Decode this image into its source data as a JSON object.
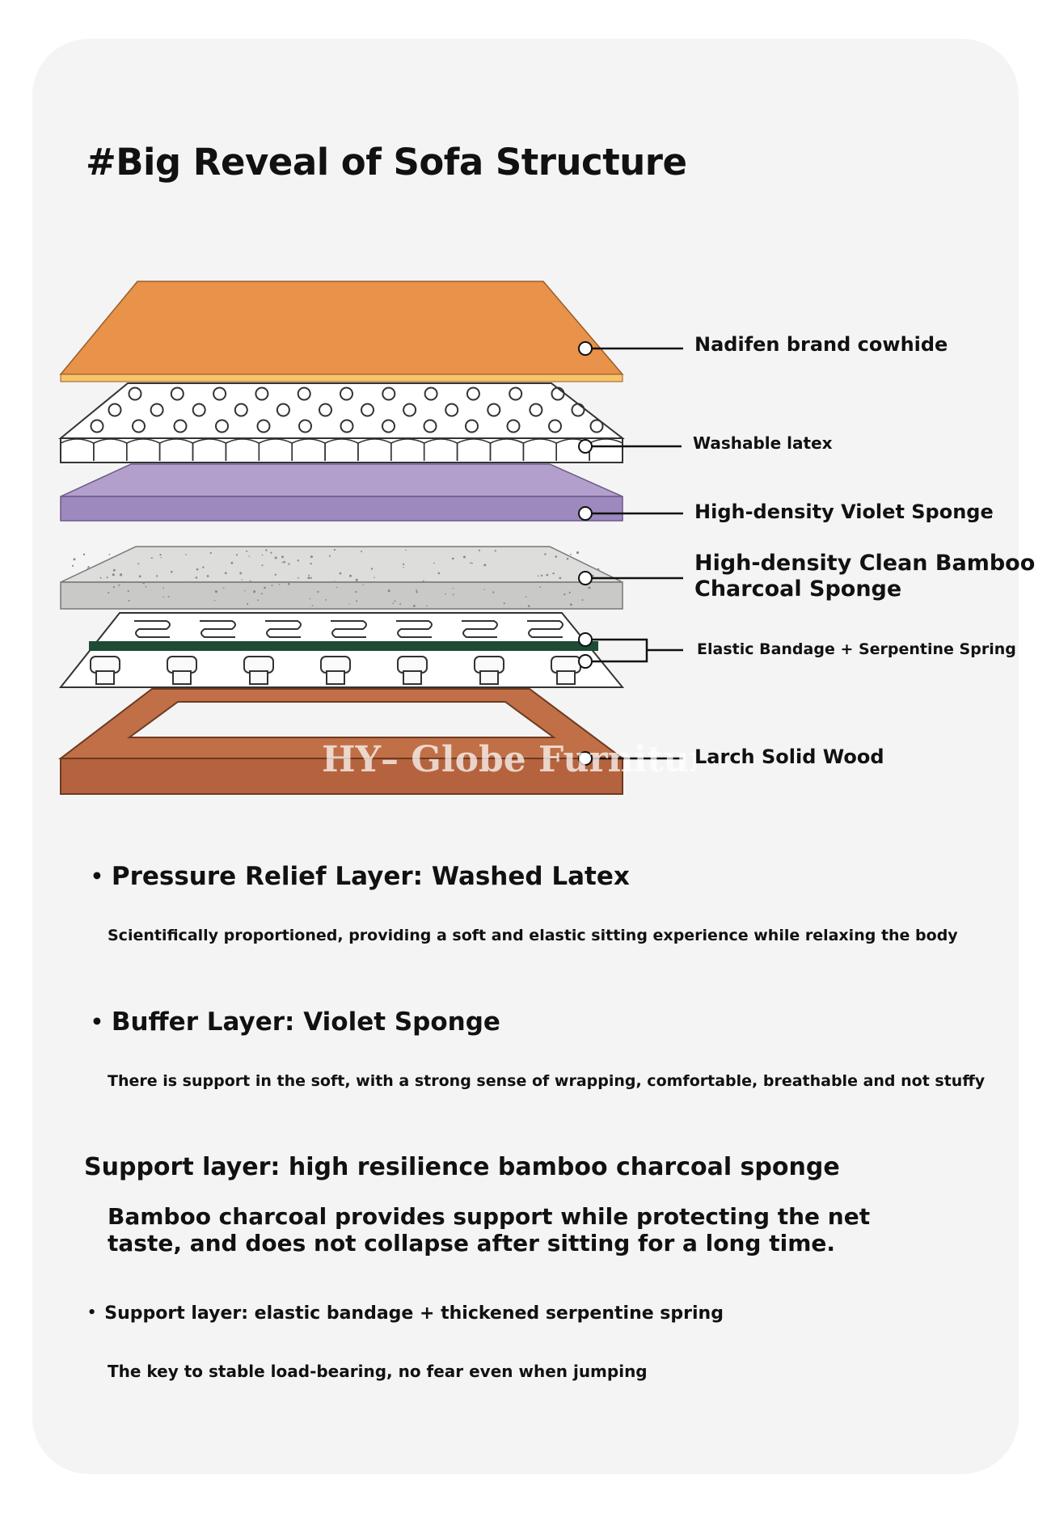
{
  "title": "#Big Reveal of Sofa Structure",
  "colors": {
    "cowhide": "#E8924A",
    "violet": "#B29FCB",
    "bamboo": "#D8D8D6",
    "wood": "#C06F47",
    "spring_band": "#1F4A34"
  },
  "layers": [
    {
      "label": "Nadifen brand cowhide"
    },
    {
      "label": "Washable latex"
    },
    {
      "label": "High-density Violet Sponge"
    },
    {
      "label_line1": "High-density Clean Bamboo",
      "label_line2": "Charcoal Sponge"
    },
    {
      "label": "Elastic Bandage + Serpentine Spring"
    },
    {
      "label": "Larch Solid Wood"
    }
  ],
  "watermark": "HY– Globe Furniture",
  "sections": [
    {
      "bullet": "•",
      "heading": "Pressure Relief Layer: Washed Latex",
      "description": "Scientifically proportioned, providing a soft and elastic sitting experience while relaxing the body"
    },
    {
      "bullet": "•",
      "heading": "Buffer Layer: Violet Sponge",
      "description": "There is support in the soft, with a strong sense of wrapping, comfortable, breathable and not stuffy"
    },
    {
      "heading": "Support layer: high resilience bamboo charcoal sponge",
      "description_line1": "Bamboo charcoal provides support while protecting the net",
      "description_line2": "taste, and does not collapse after sitting for a long time."
    },
    {
      "bullet": "•",
      "heading": "Support layer: elastic bandage + thickened serpentine spring",
      "description": "The key to stable load-bearing, no fear even when jumping"
    }
  ]
}
